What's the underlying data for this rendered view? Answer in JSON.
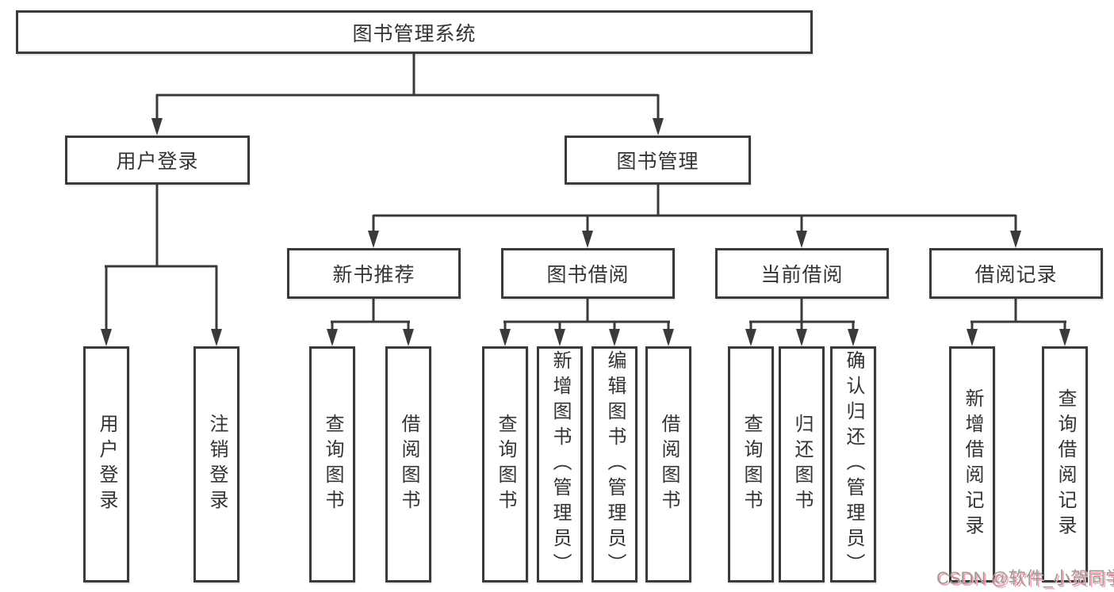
{
  "tree": {
    "label": "图书管理系统",
    "children": [
      {
        "label": "用户登录",
        "children": [
          {
            "label": "用户登录"
          },
          {
            "label": "注销登录"
          }
        ]
      },
      {
        "label": "图书管理",
        "children": [
          {
            "label": "新书推荐",
            "children": [
              {
                "label": "查询图书"
              },
              {
                "label": "借阅图书"
              }
            ]
          },
          {
            "label": "图书借阅",
            "children": [
              {
                "label": "查询图书"
              },
              {
                "label": "新增图书（管理员）"
              },
              {
                "label": "编辑图书（管理员）"
              },
              {
                "label": "借阅图书"
              }
            ]
          },
          {
            "label": "当前借阅",
            "children": [
              {
                "label": "查询图书"
              },
              {
                "label": "归还图书"
              },
              {
                "label": "确认归还（管理员）"
              }
            ]
          },
          {
            "label": "借阅记录",
            "children": [
              {
                "label": "新增借阅记录"
              },
              {
                "label": "查询借阅记录"
              }
            ]
          }
        ]
      }
    ]
  },
  "watermark": {
    "text": "CSDN @软件_小贺同学"
  },
  "colors": {
    "line": "#3a3a3a",
    "box_border": "#3a3a3a",
    "text": "#333333",
    "background": "#ffffff",
    "watermark_gray": "#9b9b9b",
    "watermark_pink": "#fba6ae"
  }
}
